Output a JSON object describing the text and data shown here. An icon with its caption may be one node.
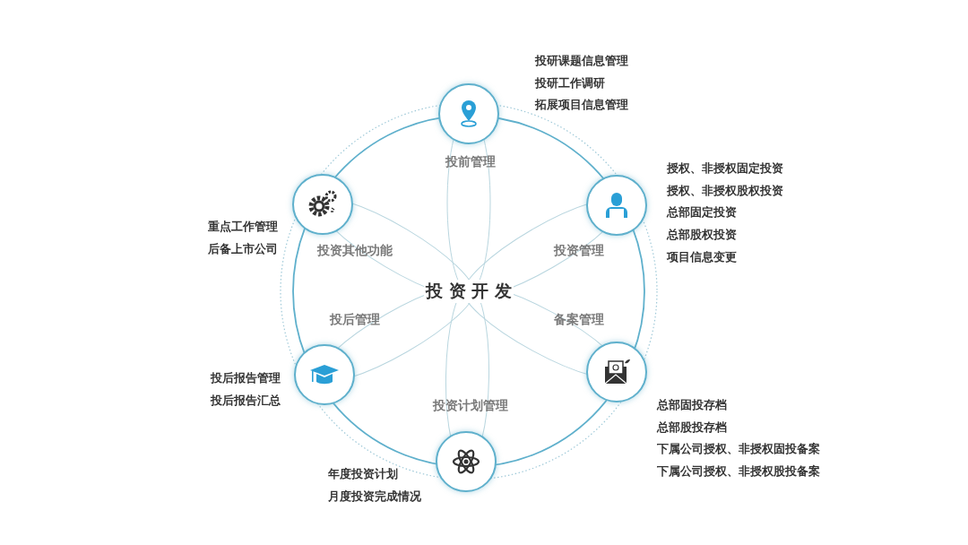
{
  "diagram": {
    "nodes": [
      {
        "text": [
          "投 资 开 发"
        ]
      },
      {
        "text": [
          "投前管理"
        ]
      },
      {
        "text": [
          "投资管理"
        ]
      },
      {
        "text": [
          "备案管理"
        ]
      },
      {
        "text": [
          "投资计划管理"
        ]
      },
      {
        "text": [
          "投后管理"
        ]
      },
      {
        "text": [
          "投资其他功能"
        ]
      },
      {
        "text": [],
        "shape": "circle",
        "beside": [
          "投研课题信息管理",
          "投研工作调研",
          "拓展项目信息管理"
        ]
      },
      {
        "text": [],
        "shape": "circle",
        "beside": [
          "授权、非授权固定投资",
          "授权、非授权股权投资",
          "总部固定投资",
          "总部股权投资",
          "项目信息变更"
        ]
      },
      {
        "text": [],
        "shape": "circle",
        "beside": [
          "总部固投存档",
          "总部股投存档",
          "下属公司授权、非授权固投备案",
          "下属公司授权、非授权股投备案"
        ]
      },
      {
        "text": [],
        "shape": "circle",
        "beside": [
          "年度投资计划",
          "月度投资完成情况"
        ]
      },
      {
        "text": [],
        "shape": "circle",
        "beside": [
          "投后报告管理",
          "投后报告汇总"
        ]
      },
      {
        "text": [],
        "shape": "circle",
        "beside": [
          "重点工作管理",
          "后备上市公司"
        ]
      }
    ]
  }
}
